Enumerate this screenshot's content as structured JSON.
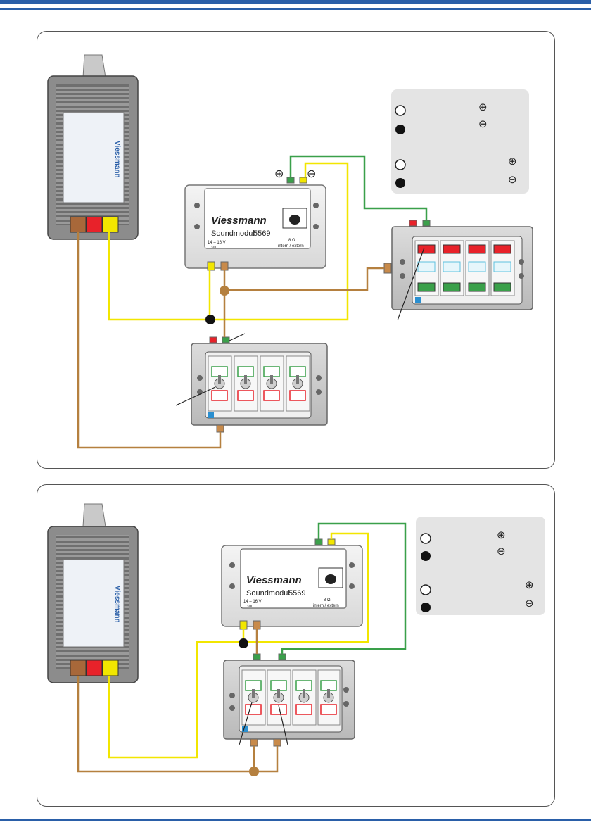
{
  "diagram": {
    "brand": "Viessmann",
    "sound_module": {
      "brand": "Viessmann",
      "name": "Soundmodul",
      "number": "5569",
      "voltage": "14 – 16 V",
      "current": "~/=",
      "speaker": "8 Ω",
      "speaker_mode": "intern / extern"
    },
    "legend": {
      "plus_symbol": "⊕",
      "minus_symbol": "⊖"
    },
    "colors": {
      "brown": "#b5803f",
      "yellow": "#f2e600",
      "green": "#3aa04a",
      "red": "#e8222a",
      "blue_accent": "#2a5fa8"
    }
  }
}
